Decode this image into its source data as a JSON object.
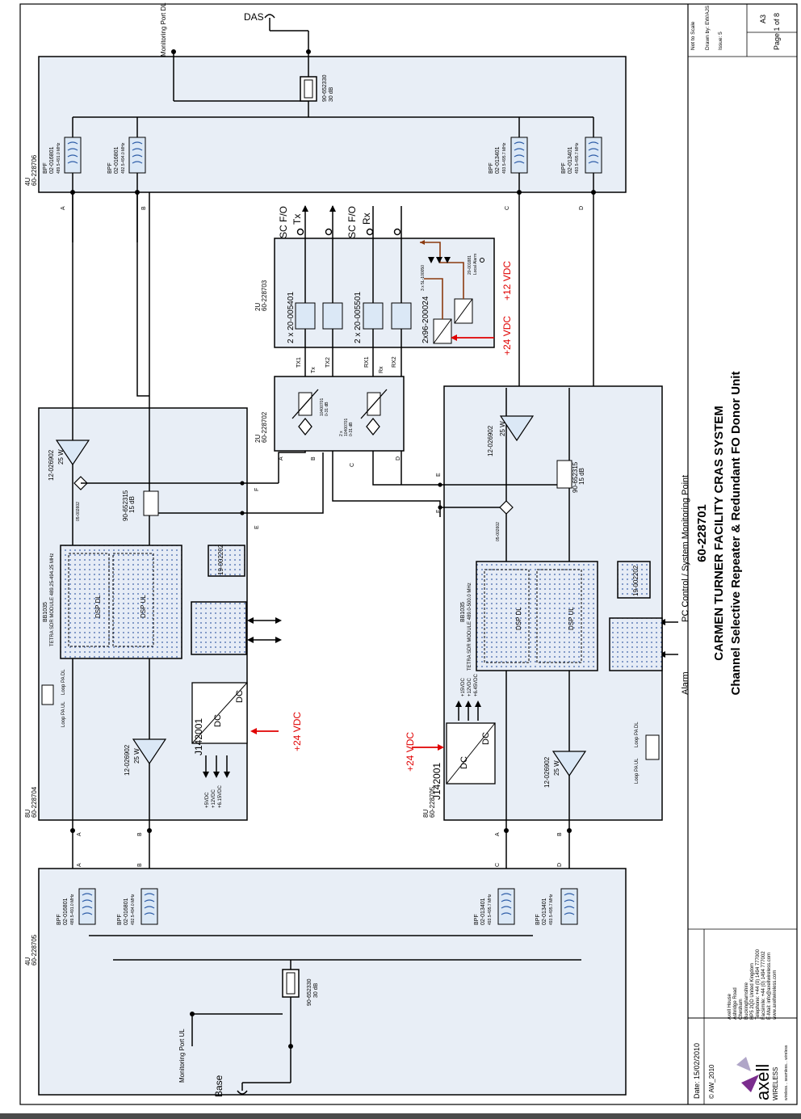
{
  "title_block": {
    "drawing_number": "60-228701",
    "system_title": "CARMEN TURNER FACILITY CRAS SYSTEM",
    "subtitle": "Channel Selective Repeater & Redundant FO Donor Unit",
    "not_to_scale": "Not to Scale",
    "drawn_by": "Drawn by: EW/AJS",
    "issue": "Issue: 5",
    "sheet_size": "A3",
    "page": "Page 1 of 8",
    "date": "Date: 15/02/2010",
    "copyright": "© AW_2010",
    "company_brand": "axell",
    "company_sub": "WIRELESS",
    "company_tagline": "wireless... seamless... wireless",
    "address_lines": [
      "Axell House",
      "Ashridge Road",
      "Chesham",
      "Buckinghamshire",
      "HP5 2QD United Kingdom",
      "Telephone: +44 (0) 1494 777000",
      "Facsimile: +44 (0) 1494 777002",
      "E-Mail: info@axellwireless.com",
      "www.axellwireless.com"
    ]
  },
  "ports": {
    "das": "DAS",
    "base": "Base",
    "monitor_dl": "Monitoring Port DL",
    "monitor_ul": "Monitoring Port UL"
  },
  "modules": {
    "top_filter_4u": {
      "u": "4U",
      "part": "60-228706"
    },
    "bottom_filter_4u": {
      "u": "4U",
      "part": "60-228705"
    },
    "sdr_8u_a": {
      "u": "8U",
      "part": "60-228704"
    },
    "sdr_8u_b": {
      "u": "8U",
      "part": "60-228705"
    },
    "fo_2u": {
      "u": "2U",
      "part": "60-228703"
    },
    "atten_2u": {
      "u": "2U",
      "part": "60-228702"
    }
  },
  "components": {
    "coupler_top": [
      "90-652330",
      "30 dB"
    ],
    "coupler_bottom": [
      "90-652330",
      "30 dB"
    ],
    "bpf_1": [
      "BPF",
      "02-016801",
      "489.5-491.0 MHz"
    ],
    "bpf_2": [
      "BPF",
      "02-016801",
      "492.5-494.0 MHz"
    ],
    "bpf_3": [
      "BPF",
      "02-013401",
      "493.5-495.7 MHz"
    ],
    "bpf_4": [
      "BPF",
      "02-013401",
      "493.5-495.7 MHz"
    ],
    "bpf_5": [
      "BPF",
      "02-016801",
      "489.5-491.0 MHz"
    ],
    "bpf_6": [
      "BPF",
      "02-016801",
      "492.5-494.0 MHz"
    ],
    "bpf_7": [
      "BPF",
      "02-013401",
      "493.5-495.7 MHz"
    ],
    "bpf_8": [
      "BPF",
      "02-013401",
      "493.5-495.7 MHz"
    ],
    "amp_a": [
      "12-026902",
      "25 W"
    ],
    "amp_b": [
      "12-026902",
      "25 W"
    ],
    "amp_c": [
      "12-026902",
      "25 W"
    ],
    "amp_d": [
      "12-026902",
      "25 W"
    ],
    "atten_a": [
      "90-652315",
      "15 dB"
    ],
    "atten_b": [
      "90-652315",
      "15 dB"
    ],
    "sdr_module_a": [
      "BB1035",
      "TETRA SDR MODULE 489.25-494.25 MHz"
    ],
    "sdr_module_b": [
      "BB1035",
      "TETRA SDR MODULE 489.0-500.0 MHz"
    ],
    "dsp_dl": "DSP DL",
    "dsp_ul": "DSP UL",
    "ctrl_a": "19-002202",
    "ctrl_b": "19-002202",
    "psu_a": "J142001",
    "psu_b": "J142001",
    "dc": "DC",
    "fo_tx": "2 x 20-005401",
    "fo_rx": "2 x 20-005501",
    "fo_psu": "2x96-200024",
    "fo_alarm": [
      "3 x 5L-100050",
      "20-001881",
      "Local Alarm"
    ],
    "atten_var_1": [
      "10400701",
      "0-31 dB"
    ],
    "atten_var_2": [
      "2 x",
      "10400701",
      "0-31 dB"
    ],
    "splitter": "05-002602"
  },
  "labels": {
    "sc_fo": "SC F/O",
    "tx": "Tx",
    "rx": "Rx",
    "tx1": "TX1",
    "tx2": "TX2",
    "rx1": "RX1",
    "rx2": "RX2",
    "v24": "+24 VDC",
    "v12": "+12 VDC",
    "alarm_pc": "Alarm",
    "pc_control": "PC Control / System Monitoring Point",
    "loop_pa_ul": "Loop PA UL",
    "loop_pa_dl": "Loop PA DL",
    "sdr_outputs_a": [
      "+5VDC",
      "+12VDC",
      "+6.15VDC"
    ],
    "sdr_outputs_b": [
      "+15VDC",
      "+12VDC",
      "+6.45VDC"
    ],
    "port_letters": [
      "A",
      "B",
      "C",
      "D",
      "E",
      "F"
    ]
  }
}
